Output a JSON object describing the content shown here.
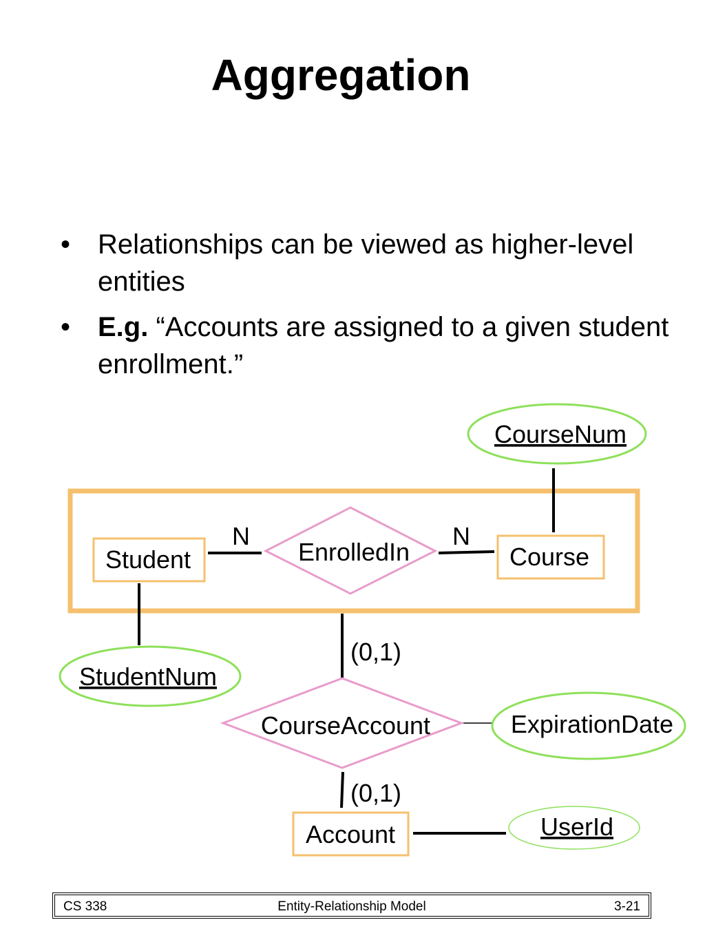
{
  "slide": {
    "title": "Aggregation",
    "bullets": [
      {
        "marker": "•",
        "bold": "",
        "text": "Relationships can be viewed as higher-level entities"
      },
      {
        "marker": "•",
        "bold": "E.g.",
        "text": " “Accounts are assigned to a given student enrollment.”"
      }
    ]
  },
  "diagram": {
    "aggregate_color": "#f5c06e",
    "entity_color": "#f5c06e",
    "relationship_color": "#e89ccc",
    "attribute_color": "#8ee05a",
    "entities": {
      "student": "Student",
      "course": "Course",
      "account": "Account"
    },
    "relationships": {
      "enrolled_in": "EnrolledIn",
      "course_account": "CourseAccount"
    },
    "attributes": {
      "course_num": "CourseNum",
      "student_num": "StudentNum",
      "expiration_date": "ExpirationDate",
      "user_id": "UserId"
    },
    "cardinalities": {
      "student_enrolled": "N",
      "course_enrolled": "N",
      "aggregate_courseaccount": "(0,1)",
      "account_courseaccount": "(0,1)"
    }
  },
  "footer": {
    "left": "CS 338",
    "center": "Entity-Relationship Model",
    "right": "3-21"
  }
}
